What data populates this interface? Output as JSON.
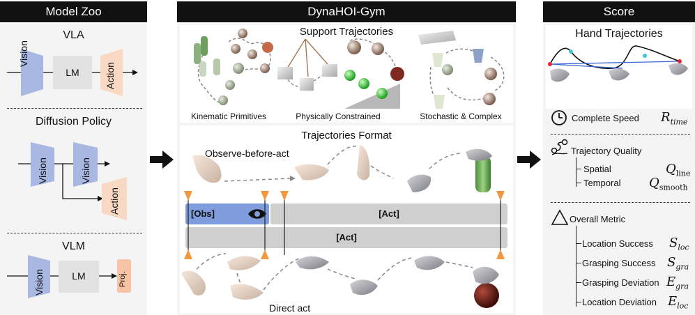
{
  "headers": {
    "model_zoo": "Model Zoo",
    "gym": "DynaHOI-Gym",
    "score": "Score"
  },
  "model_zoo": {
    "vla": {
      "title": "VLA",
      "vision": "Vision",
      "lm": "LM",
      "action": "Action"
    },
    "diffusion": {
      "title": "Diffusion Policy",
      "vision1": "Vision",
      "vision2": "Vision",
      "action": "Action"
    },
    "vlm": {
      "title": "VLM",
      "vision": "Vision",
      "lm": "LM",
      "proj": "Proj."
    }
  },
  "gym": {
    "support_title": "Support Trajectories",
    "support_captions": [
      "Kinematic Primitives",
      "Physically Constrained",
      "Stochastic & Complex"
    ],
    "format_title": "Trajectories Format",
    "observe_label": "Observe-before-act",
    "direct_label": "Direct act",
    "obs_bar": "[Obs]",
    "act_bar_top": "[Act]",
    "act_bar_bottom": "[Act]"
  },
  "score": {
    "hand_traj_title": "Hand Trajectories",
    "speed": {
      "label": "Complete Speed",
      "symbol": "R",
      "sub": "time"
    },
    "quality": {
      "label": "Trajectory Quality",
      "spatial": {
        "label": "Spatial",
        "symbol": "Q",
        "sub": "line"
      },
      "temporal": {
        "label": "Temporal",
        "symbol": "Q",
        "sub": "smooth"
      }
    },
    "overall": {
      "label": "Overall Metric",
      "items": [
        {
          "label": "Location Success",
          "symbol": "S",
          "sub": "loc"
        },
        {
          "label": "Grasping Success",
          "symbol": "S",
          "sub": "gra"
        },
        {
          "label": "Grasping Deviation",
          "symbol": "E",
          "sub": "gra"
        },
        {
          "label": "Location Deviation",
          "symbol": "E",
          "sub": "loc"
        }
      ]
    }
  },
  "colors": {
    "vision": "#a9b8e3",
    "action": "#f9d9c3",
    "lm": "#e2e2e2",
    "proj": "#f6c3a4",
    "obs": "#7f9ddc",
    "act": "#cfcfcf",
    "marker": "#f2973f"
  }
}
